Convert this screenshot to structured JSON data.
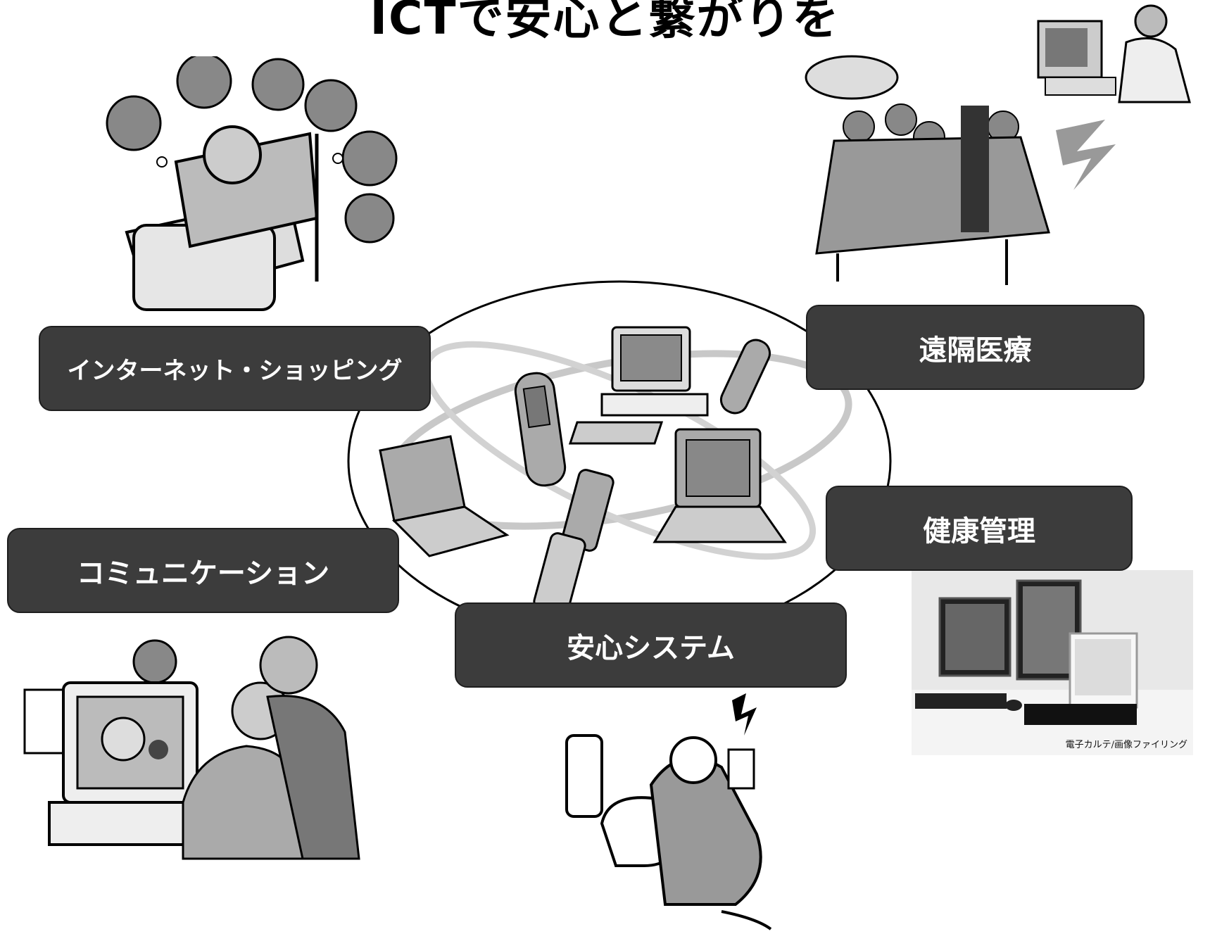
{
  "title": "ICTで安心と繋がりを",
  "labels": {
    "shopping": "インターネット・ショッピング",
    "remote_medicine": "遠隔医療",
    "health": "健康管理",
    "communication": "コミュニケーション",
    "safety": "安心システム"
  },
  "photo_caption": "電子カルテ/画像ファイリング",
  "colors": {
    "box_fill": "#3c3c3c",
    "box_text": "#ffffff",
    "background": "#ffffff"
  }
}
